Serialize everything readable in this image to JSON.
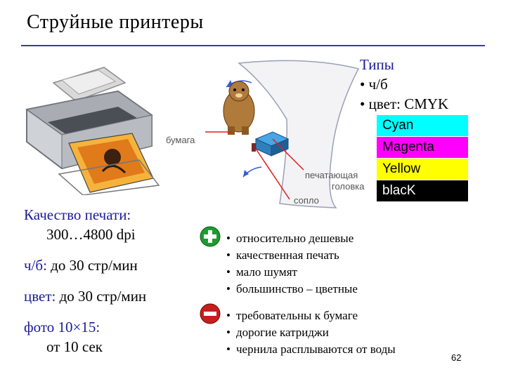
{
  "title": "Струйные принтеры",
  "types": {
    "heading": "Типы",
    "items": [
      "• ч/б",
      "• цвет: CMYK"
    ]
  },
  "cmyk": [
    {
      "label": "Cyan",
      "bg": "#00ffff",
      "fg": "#000000"
    },
    {
      "label": "Magenta",
      "bg": "#ff00ff",
      "fg": "#000000"
    },
    {
      "label": "Yellow",
      "bg": "#ffff00",
      "fg": "#000000"
    },
    {
      "label": "blacK",
      "bg": "#000000",
      "fg": "#ffffff"
    }
  ],
  "diagram": {
    "paper_label": "бумага",
    "head_label_1": "печатающая",
    "head_label_2": "головка",
    "nozzle_label": "сопло"
  },
  "quality": {
    "label": "Качество печати:",
    "value": "300…4800 dpi",
    "bw_prefix": "ч/б:",
    "bw_value": " до 30 стр/мин",
    "color_prefix": "цвет:",
    "color_value": " до 30 стр/мин",
    "photo_label": "фото 10×15:",
    "photo_value": "от 10 сек"
  },
  "pros": [
    "относительно дешевые",
    "качественная печать",
    "мало шумят",
    "большинство – цветные"
  ],
  "cons": [
    "требовательны к бумаге",
    "дорогие катриджи",
    "чернила расплываются от воды"
  ],
  "page_number": "62",
  "colors": {
    "accent_blue": "#1a1a9c",
    "plus_green": "#1e9b2e",
    "minus_red": "#c81e1e"
  }
}
